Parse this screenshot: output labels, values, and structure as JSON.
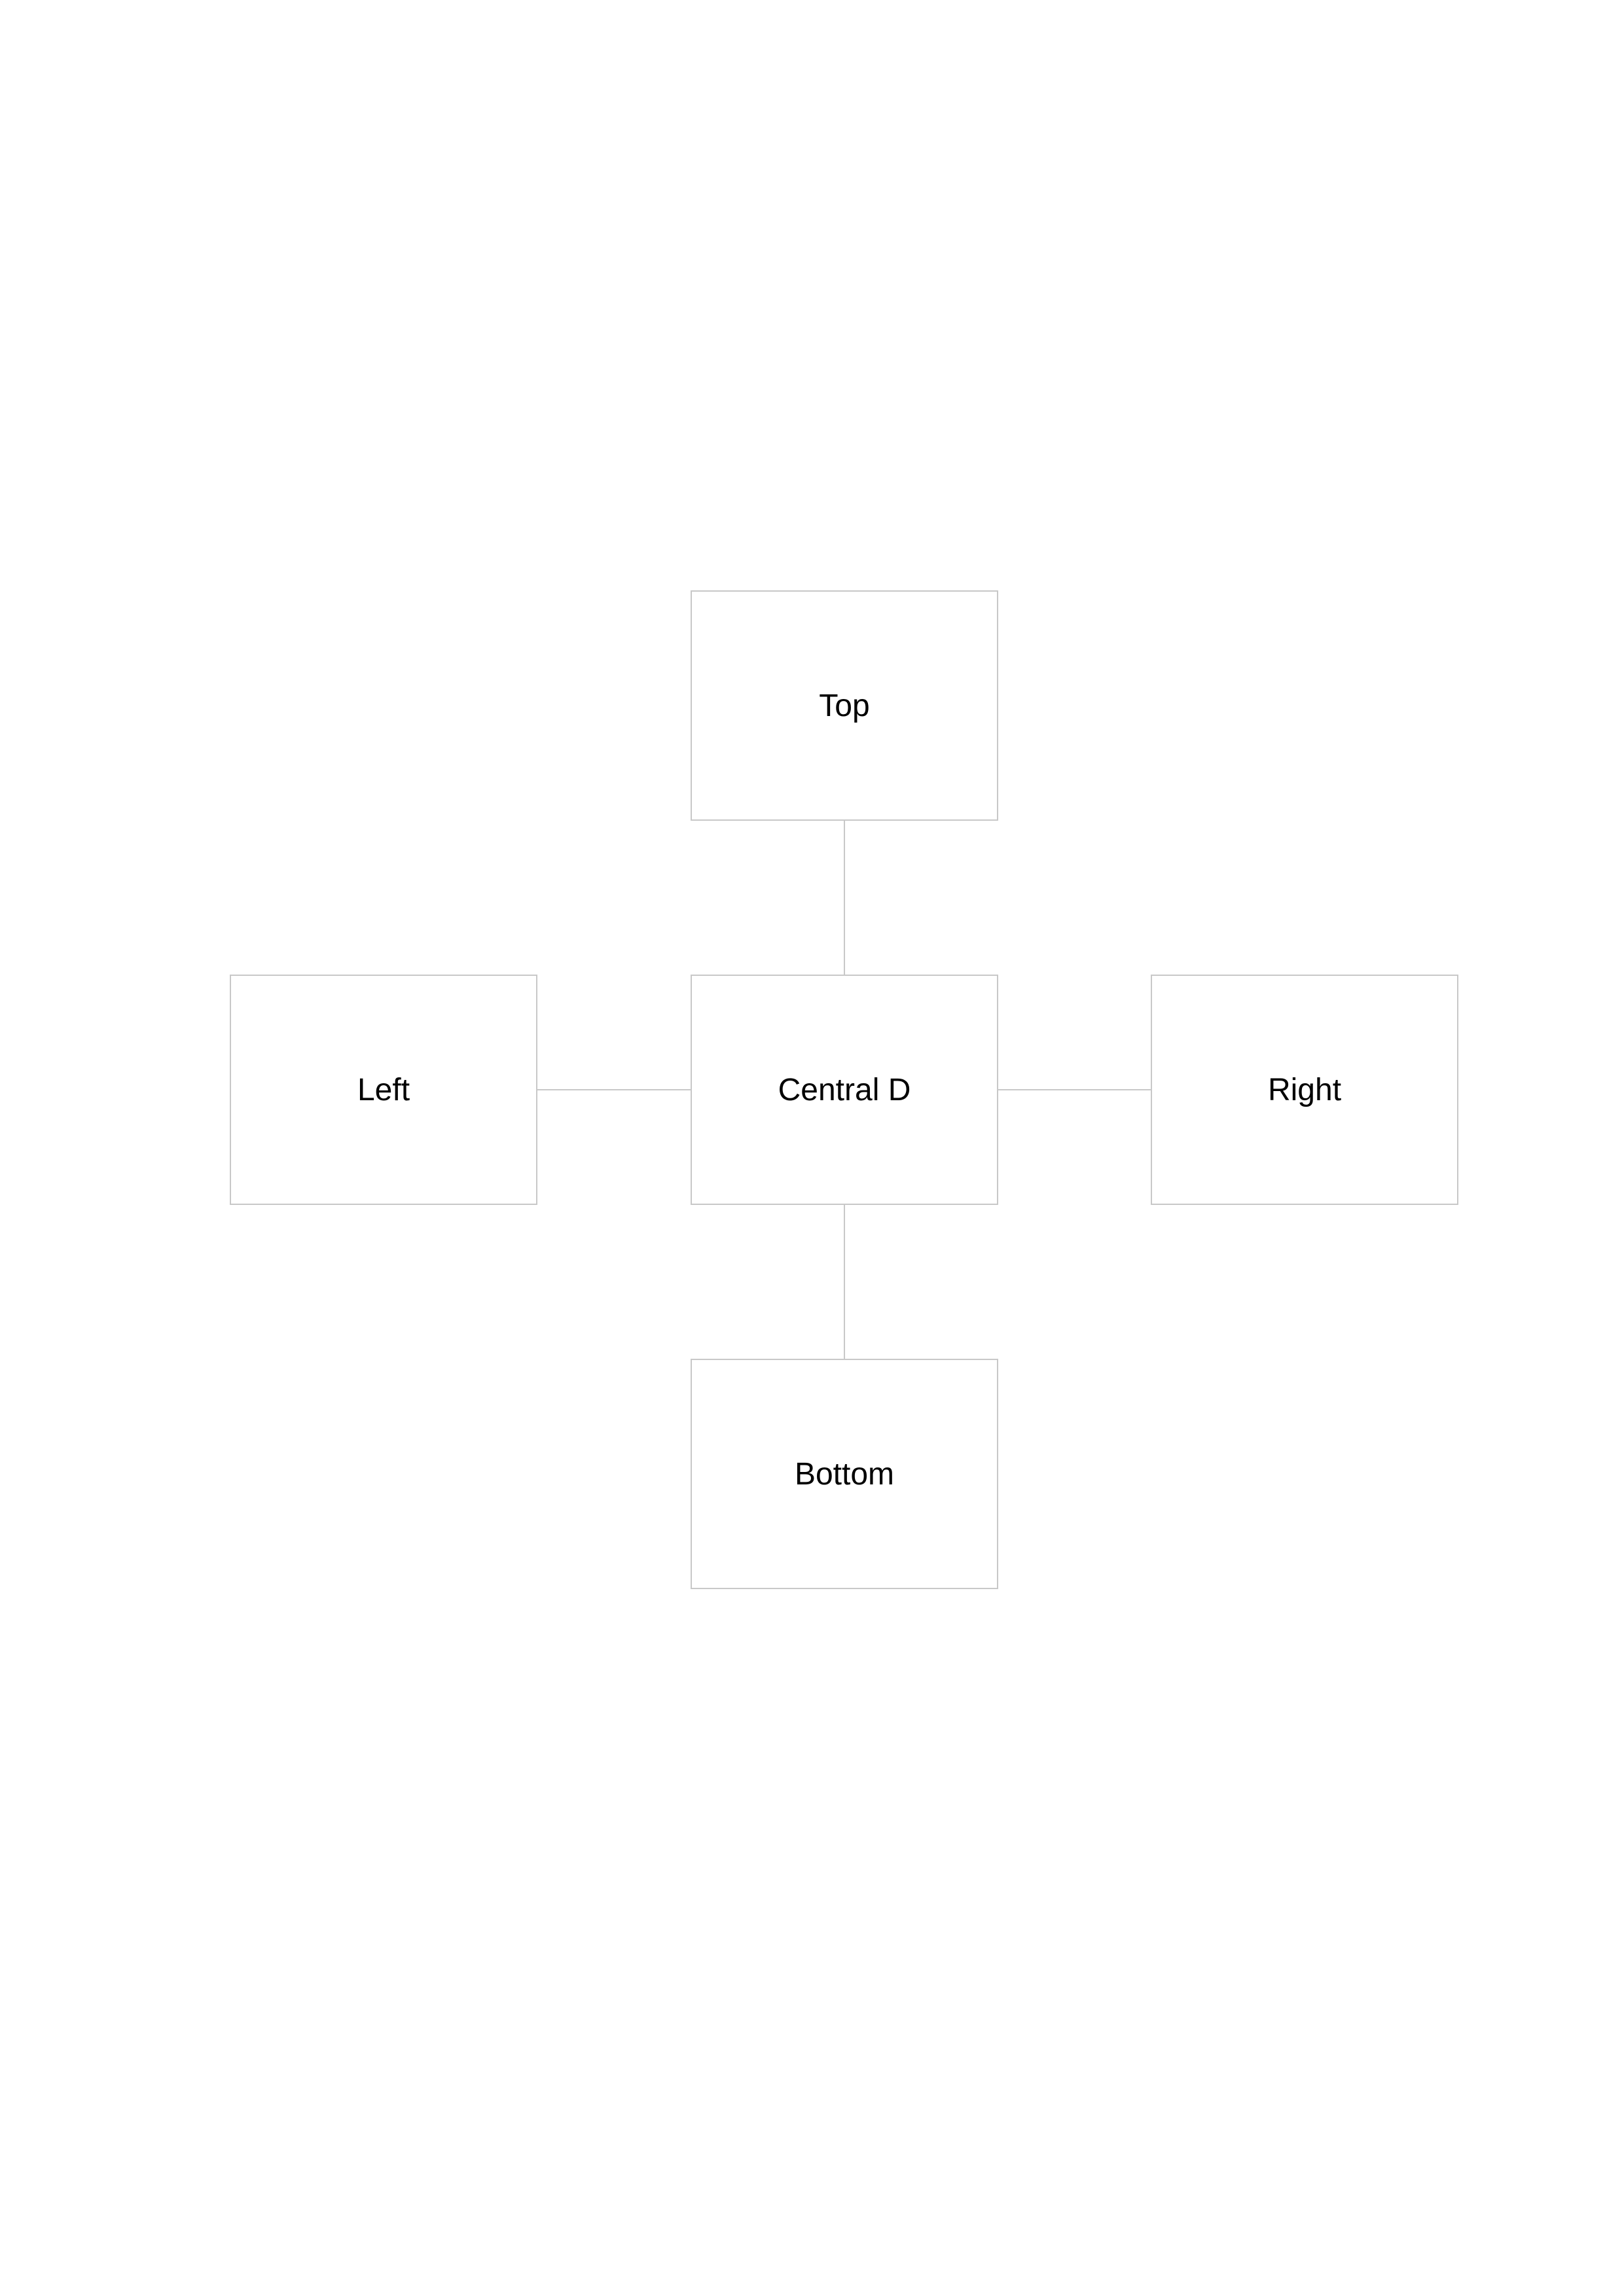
{
  "diagram": {
    "nodes": {
      "top": "Top",
      "left": "Left",
      "center": "Central D",
      "right": "Right",
      "bottom": "Bottom"
    },
    "edges": [
      {
        "from": "Top",
        "to": "Central D"
      },
      {
        "from": "Left",
        "to": "Central D"
      },
      {
        "from": "Central D",
        "to": "Right"
      },
      {
        "from": "Central D",
        "to": "Bottom"
      }
    ],
    "colors": {
      "border": "#c8c8c8",
      "text": "#000000",
      "background": "#ffffff"
    }
  }
}
